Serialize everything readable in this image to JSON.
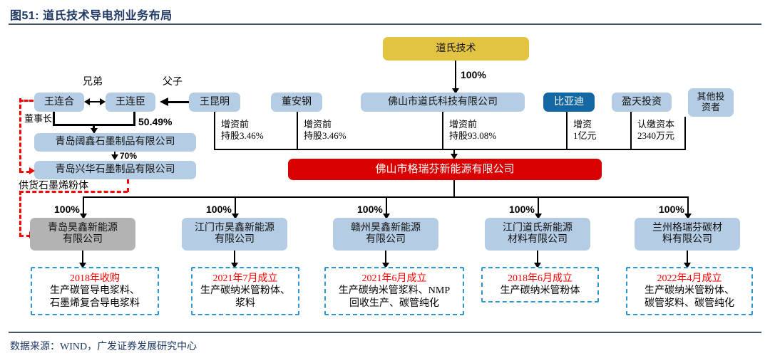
{
  "header": {
    "figure_label": "图51:",
    "title": "道氏技术导电剂业务布局"
  },
  "footer": {
    "source": "数据来源：WIND，广发证券发展研究中心"
  },
  "nodes": {
    "parent": "道氏技术",
    "wang_lianhe": "王连合",
    "wang_lianchen": "王连臣",
    "wang_kunming": "王昆明",
    "dong_angang": "董安钢",
    "foshan_daoshi": "佛山市道氏科技有限公司",
    "byd": "比亚迪",
    "yingtian": "盈天投资",
    "other_investors": "其他投\n资者",
    "qingdao_kuoxin": "青岛阔鑫石墨制品有限公司",
    "qingdao_xinghua": "青岛兴华石墨制品有限公司",
    "grafen": "佛山市格瑞芬新能源有限公司"
  },
  "relations": {
    "brother": "兄弟",
    "father_son": "父子",
    "chairman": "董事长",
    "supply": "供货石墨烯粉体",
    "pct_100": "100%",
    "pct_5049": "50.49%",
    "pct_70": "70%"
  },
  "stakes": [
    {
      "line1": "增资前",
      "line2": "持股3.46%"
    },
    {
      "line1": "增资前",
      "line2": "持股3.46%"
    },
    {
      "line1": "增资前",
      "line2": "持股93.08%"
    },
    {
      "line1": "增资",
      "line2": "1亿元"
    },
    {
      "line1": "认缴资本",
      "line2": "2340万元"
    }
  ],
  "subsidiaries": [
    {
      "name": "青岛昊鑫新能源\n有限公司",
      "pct": "100%",
      "style": "gray",
      "card_head": "2018年收购",
      "card_body": "生产碳管导电浆料、\n石墨烯复合导电浆料"
    },
    {
      "name": "江门市昊鑫新能源\n有限公司",
      "pct": "100%",
      "style": "blue",
      "card_head": "2021年7月成立",
      "card_body": "生产碳纳米管粉体、\n浆料"
    },
    {
      "name": "赣州昊鑫新能源\n有限公司",
      "pct": "100%",
      "style": "blue",
      "card_head": "2021年6月成立",
      "card_body": "生产碳纳米管浆料、NMP\n回收生产、碳管纯化"
    },
    {
      "name": "江门道氏新能源\n材料有限公司",
      "pct": "100%",
      "style": "blue",
      "card_head": "2018年6月成立",
      "card_body": "生产碳纳米管粉体"
    },
    {
      "name": "兰州格瑞芬碳材\n料有限公司",
      "pct": "100%",
      "style": "blue",
      "card_head": "2022年4月成立",
      "card_body": "生产碳纳米管粉体、\n碳管浆料、碳管纯化"
    }
  ],
  "colors": {
    "gold": "#e3c342",
    "light_blue": "#b4cde4",
    "navy": "#1368a4",
    "red": "#d80000",
    "gray": "#b3b3b3",
    "dashed_blue": "#2e95d3",
    "dashed_red": "#ff0000",
    "header_navy": "#1f3864"
  }
}
